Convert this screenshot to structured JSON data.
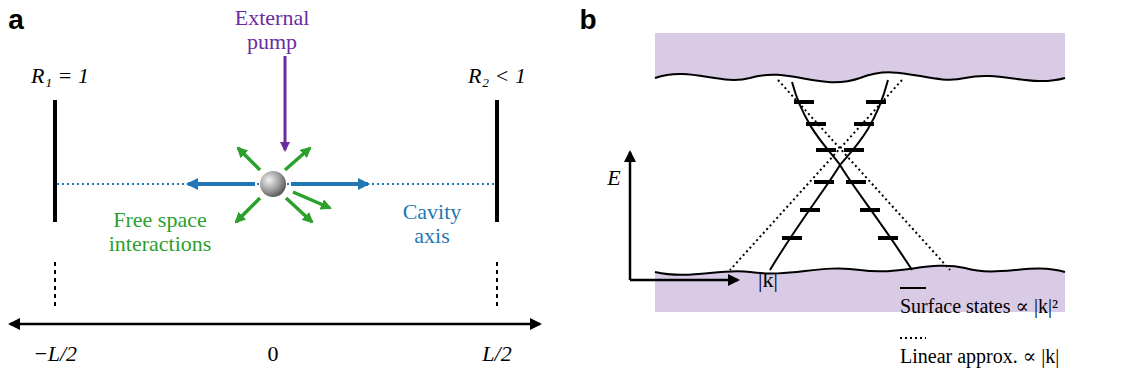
{
  "diagram": {
    "labels": [
      "a",
      "External pump",
      "R₁ = 1",
      "R₂ < 1",
      "Free space interactions",
      "Cavity axis",
      "−L/2",
      "0",
      "L/2",
      "b",
      "E",
      "|k|"
    ],
    "legend": [
      {
        "text": "Surface states ∝ |k|²"
      },
      {
        "text": "Linear approx. ∝ |k|"
      }
    ]
  }
}
